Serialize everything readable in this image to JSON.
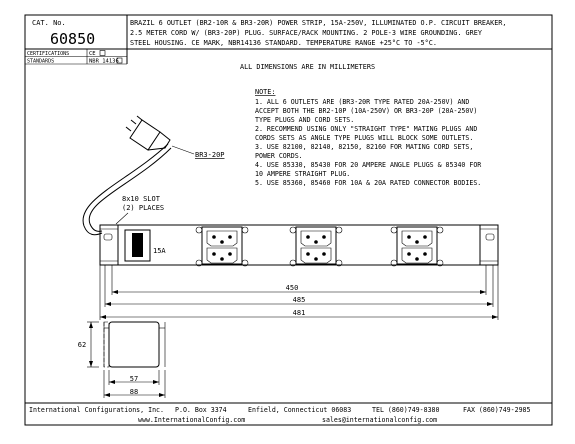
{
  "title_block": {
    "cat_label": "CAT. No.",
    "cat_number": "60850",
    "description_lines": [
      "BRAZIL 6 OUTLET (BR2-10R & BR3-20R) POWER STRIP, 15A-250V, ILLUMINATED O.P. CIRCUIT BREAKER,",
      "2.5 METER CORD W/ (BR3-20P) PLUG. SURFACE/RACK MOUNTING. 2 POLE-3 WIRE GROUNDING. GREY",
      "STEEL HOUSING. CE MARK, NBR14136 STANDARD. TEMPERATURE RANGE +25°C TO -5°C."
    ],
    "certifications_label": "CERTIFICATIONS",
    "certifications_value": "CE",
    "standards_label": "STANDARDS",
    "standards_value": "NBR 14136"
  },
  "dimensions_note": "ALL DIMENSIONS ARE IN MILLIMETERS",
  "notes": {
    "heading": "NOTE:",
    "lines": [
      "1. ALL 6 OUTLETS ARE (BR3-20R TYPE RATED 20A-250V) AND",
      "ACCEPT BOTH THE BR2-10P (10A-250V) OR BR3-20P (20A-250V)",
      "TYPE PLUGS AND CORD SETS.",
      "2. RECOMMEND USING ONLY \"STRAIGHT TYPE\" MATING PLUGS AND",
      "CORDS SETS AS ANGLE TYPE PLUGS WILL BLOCK SOME OUTLETS.",
      "3. USE 82100, 82140, 82150, 82160 FOR MATING CORD SETS,",
      "POWER CORDS.",
      "4. USE 85330, 85430 FOR 20 AMPERE ANGLE PLUGS & 85340 FOR",
      "10 AMPERE STRAIGHT PLUG.",
      "5. USE 85360, 85460 FOR 10A & 20A RATED CONNECTOR BODIES."
    ]
  },
  "labels": {
    "plug": "BR3-20P",
    "slot_line1": "8x10 SLOT",
    "slot_line2": "(2) PLACES",
    "breaker_rating": "15A"
  },
  "dimensions": {
    "d450": "450",
    "d485": "485",
    "d481": "481",
    "d62": "62",
    "d57": "57",
    "d88": "88"
  },
  "footer": {
    "company": "International Configurations, Inc.",
    "pobox": "P.O. Box 3374",
    "city": "Enfield, Connecticut 06083",
    "tel": "TEL (860)749-8380",
    "fax": "FAX (860)749-2985",
    "web": "www.InternationalConfig.com",
    "email": "sales@internationalconfig.com"
  }
}
